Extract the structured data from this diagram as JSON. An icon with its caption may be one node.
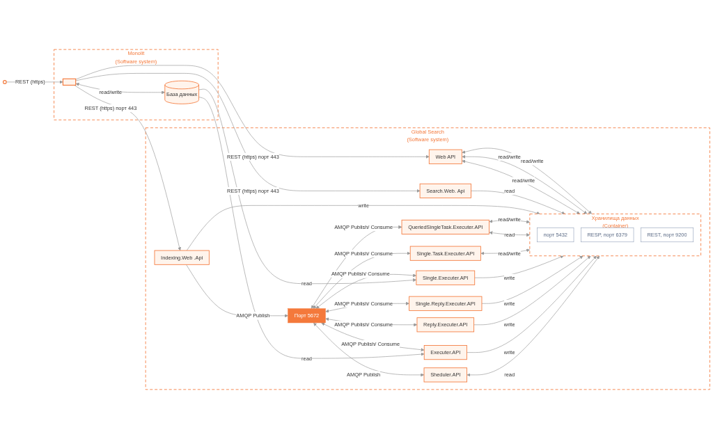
{
  "diagram": {
    "nodes": [
      {
        "text": [],
        "shape": "person"
      },
      {
        "text": [
          "Monolit",
          "(Software system)"
        ]
      },
      {
        "text": [],
        "shape": "box",
        "in": 1
      },
      {
        "text": [
          "База данных"
        ],
        "in": 1
      },
      {
        "text": [
          "Global Search",
          "(Software system)"
        ]
      },
      {
        "text": [
          "Web API"
        ],
        "in": 4
      },
      {
        "text": [
          "Search.Web. Api"
        ],
        "in": 4
      },
      {
        "text": [
          "Indexing.Web .Api"
        ],
        "in": 4
      },
      {
        "text": [
          "Хранилища данных",
          "(Container)"
        ],
        "in": 4
      },
      {
        "text": [
          "порт 5432"
        ],
        "in": 8
      },
      {
        "text": [
          "RESP, порт 6379"
        ],
        "in": 8
      },
      {
        "text": [
          "REST, порт 9200"
        ],
        "in": 8
      },
      {
        "text": [
          "Порт 5672"
        ],
        "in": 4
      },
      {
        "text": [
          "Sheduler.API"
        ],
        "in": 4
      },
      {
        "text": [
          "Executer.API"
        ],
        "in": 4
      },
      {
        "text": [
          "Reply.Executer.API"
        ],
        "in": 4
      },
      {
        "text": [
          "Single.Reply.Executer.API"
        ],
        "in": 4
      },
      {
        "text": [
          "Single.Executer.API"
        ],
        "in": 4
      },
      {
        "text": [
          "Single.Task.Executer.API"
        ],
        "in": 4
      },
      {
        "text": [
          "QueriedSingleTask.Executer.API"
        ],
        "in": 4
      }
    ],
    "edges": [
      {
        "from": 0,
        "to": 2,
        "arrow": "to",
        "label": "REST (https)"
      },
      {
        "from": 2,
        "to": 3,
        "arrow": "both",
        "label": "read/write"
      },
      {
        "from": 2,
        "to": 5,
        "arrow": "to",
        "label": "REST (https) порт 443"
      },
      {
        "from": 2,
        "to": 6,
        "arrow": "to",
        "label": "REST (https) порт 443"
      },
      {
        "from": 2,
        "to": 7,
        "arrow": "to",
        "label": "REST (https) порт 443"
      },
      {
        "from": 5,
        "to": 8,
        "arrow": "both",
        "label": "read/write"
      },
      {
        "from": 5,
        "to": 8,
        "arrow": "both",
        "label": "read/write"
      },
      {
        "from": 5,
        "to": 8,
        "arrow": "both",
        "label": "read/write"
      },
      {
        "from": 6,
        "to": 8,
        "arrow": "to",
        "label": "read"
      },
      {
        "from": 7,
        "to": 8,
        "arrow": "to",
        "label": "write"
      },
      {
        "from": 7,
        "to": 12,
        "arrow": "to",
        "label": "AMQP Publish"
      },
      {
        "from": 12,
        "to": 13,
        "arrow": "both",
        "label": "AMQP Publish"
      },
      {
        "from": 12,
        "to": 14,
        "arrow": "both",
        "label": "AMQP Publish/ Consume"
      },
      {
        "from": 12,
        "to": 15,
        "arrow": "both",
        "label": "AMQP Publish/ Consume"
      },
      {
        "from": 12,
        "to": 16,
        "arrow": "both",
        "label": "AMQP Publish/ Consume"
      },
      {
        "from": 12,
        "to": 17,
        "arrow": "both",
        "label": "AMQP Publish/ Consume"
      },
      {
        "from": 12,
        "to": 18,
        "arrow": "both",
        "label": "AMQP Publish/ Consume"
      },
      {
        "from": 12,
        "to": 19,
        "arrow": "both",
        "label": "AMQP Publish/ Consume"
      },
      {
        "from": 19,
        "to": 8,
        "arrow": "both",
        "label": "read/write"
      },
      {
        "from": 19,
        "to": 8,
        "arrow": "both",
        "label": "read"
      },
      {
        "from": 18,
        "to": 8,
        "arrow": "both",
        "label": "read/write"
      },
      {
        "from": 17,
        "to": 8,
        "arrow": "to",
        "label": "write"
      },
      {
        "from": 16,
        "to": 8,
        "arrow": "to",
        "label": "write"
      },
      {
        "from": 15,
        "to": 8,
        "arrow": "to",
        "label": "write"
      },
      {
        "from": 14,
        "to": 8,
        "arrow": "to",
        "label": "write"
      },
      {
        "from": 13,
        "to": 8,
        "arrow": "both",
        "label": "read"
      },
      {
        "from": 3,
        "to": 17,
        "arrow": "to",
        "label": "read"
      },
      {
        "from": 3,
        "to": 14,
        "arrow": "to",
        "label": "read"
      }
    ]
  }
}
